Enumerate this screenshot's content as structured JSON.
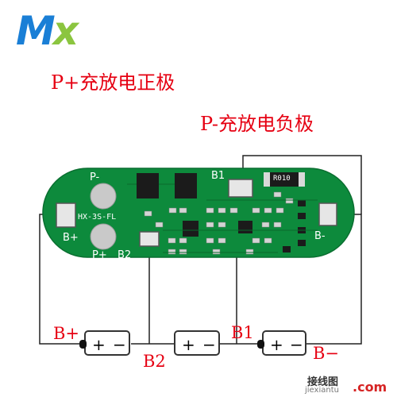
{
  "logo": {
    "m": "M",
    "x": "x"
  },
  "label_p_plus_title": "P+充放电正极",
  "label_p_minus_title": "P-充放电负极",
  "pcb": {
    "p_minus": "P-",
    "b_plus": "B+",
    "p_plus": "P+",
    "b2": "B2",
    "b1": "B1",
    "b_minus": "B-",
    "model": "HX-3S-FL",
    "resistor": "R010"
  },
  "circuit": {
    "b_plus": "B+",
    "b2": "B2",
    "b1": "B1",
    "b_minus": "B−",
    "cell_plus": "+",
    "cell_minus": "−"
  },
  "watermark": {
    "cn": "接线图",
    "en": "jiexiantu",
    "com": ".com"
  },
  "colors": {
    "pcb_green": "#0d8a3c",
    "title_red": "#e60012",
    "logo_blue": "#1a7fd6",
    "logo_green": "#8bc53f"
  }
}
